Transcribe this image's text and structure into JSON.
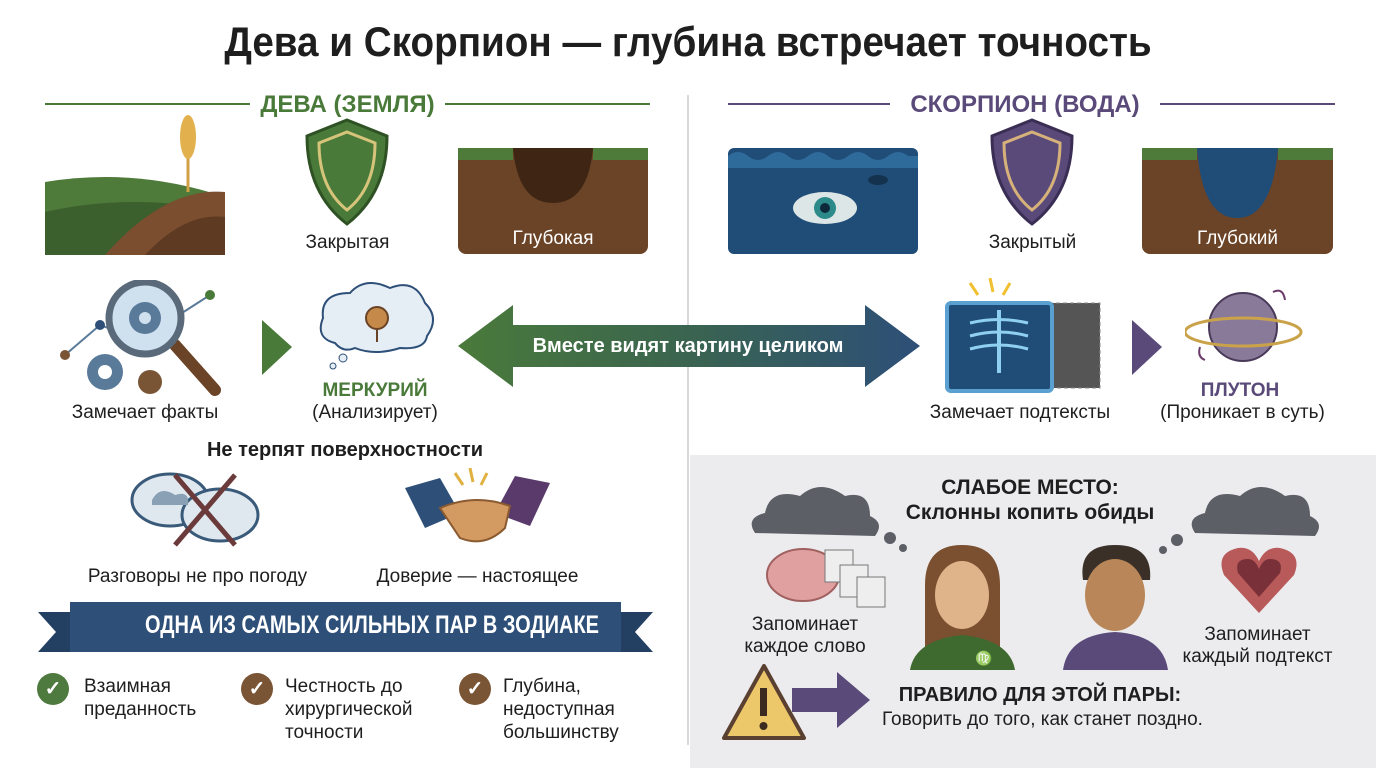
{
  "title": "Дева и Скорпион — глубина встречает точность",
  "virgo": {
    "header": "ДЕВА (ЗЕМЛЯ)",
    "shield_label": "Закрытая",
    "pit_label": "Глубокая",
    "facts_label": "Замечает факты",
    "planet": "МЕРКУРИЙ",
    "planet_desc": "(Анализирует)"
  },
  "scorpio": {
    "header": "СКОРПИОН (ВОДА)",
    "shield_label": "Закрытый",
    "pit_label": "Глубокий",
    "subtext_label": "Замечает подтексты",
    "planet": "ПЛУТОН",
    "planet_desc": "(Проникает в суть)"
  },
  "arrow_text": "Вместе видят картину целиком",
  "shared": {
    "heading": "Не терпят поверхностности",
    "weather": "Разговоры не про погоду",
    "trust": "Доверие — настоящее"
  },
  "banner": "ОДНА ИЗ САМЫХ СИЛЬНЫХ ПАР В ЗОДИАКЕ",
  "checks": [
    {
      "text": "Взаимная преданность",
      "color": "#4f7a3f"
    },
    {
      "text": "Честность до хирургической точности",
      "color": "#7a5535"
    },
    {
      "text": "Глубина, недоступная большинству",
      "color": "#7a5535"
    }
  ],
  "weak": {
    "title": "СЛАБОЕ МЕСТО:",
    "subtitle": "Склонны копить обиды",
    "left": "Запоминает каждое слово",
    "right": "Запоминает каждый подтекст",
    "rule_title": "ПРАВИЛО ДЛЯ ЭТОЙ ПАРЫ:",
    "rule_text": "Говорить до того, как станет поздно."
  },
  "colors": {
    "green": "#4a7a3a",
    "purple": "#5a4a7a",
    "navy": "#2d4f78"
  }
}
